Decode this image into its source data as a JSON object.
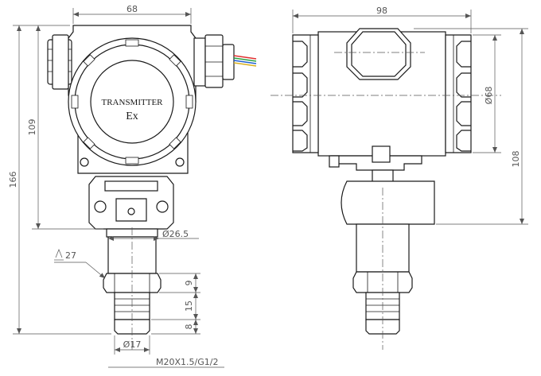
{
  "front_view": {
    "label_text": "TRANSMITTER",
    "label_mark": "Ex",
    "dims": {
      "width": "68",
      "height_upper": "109",
      "height_total": "166",
      "stem_diameter": "Ø26.5",
      "wrench_size": "27",
      "hex_height": "9",
      "thread_height": "15",
      "end_height": "8",
      "thread_diameter": "Ø17",
      "thread_spec": "M20X1.5/G1/2"
    }
  },
  "side_view": {
    "dims": {
      "width": "98",
      "cover_diameter": "Ø68",
      "height": "108"
    }
  },
  "colors": {
    "wire_red": "#e03030",
    "wire_green": "#2aa040",
    "wire_blue": "#2060d0",
    "wire_yellow": "#d8b020"
  }
}
